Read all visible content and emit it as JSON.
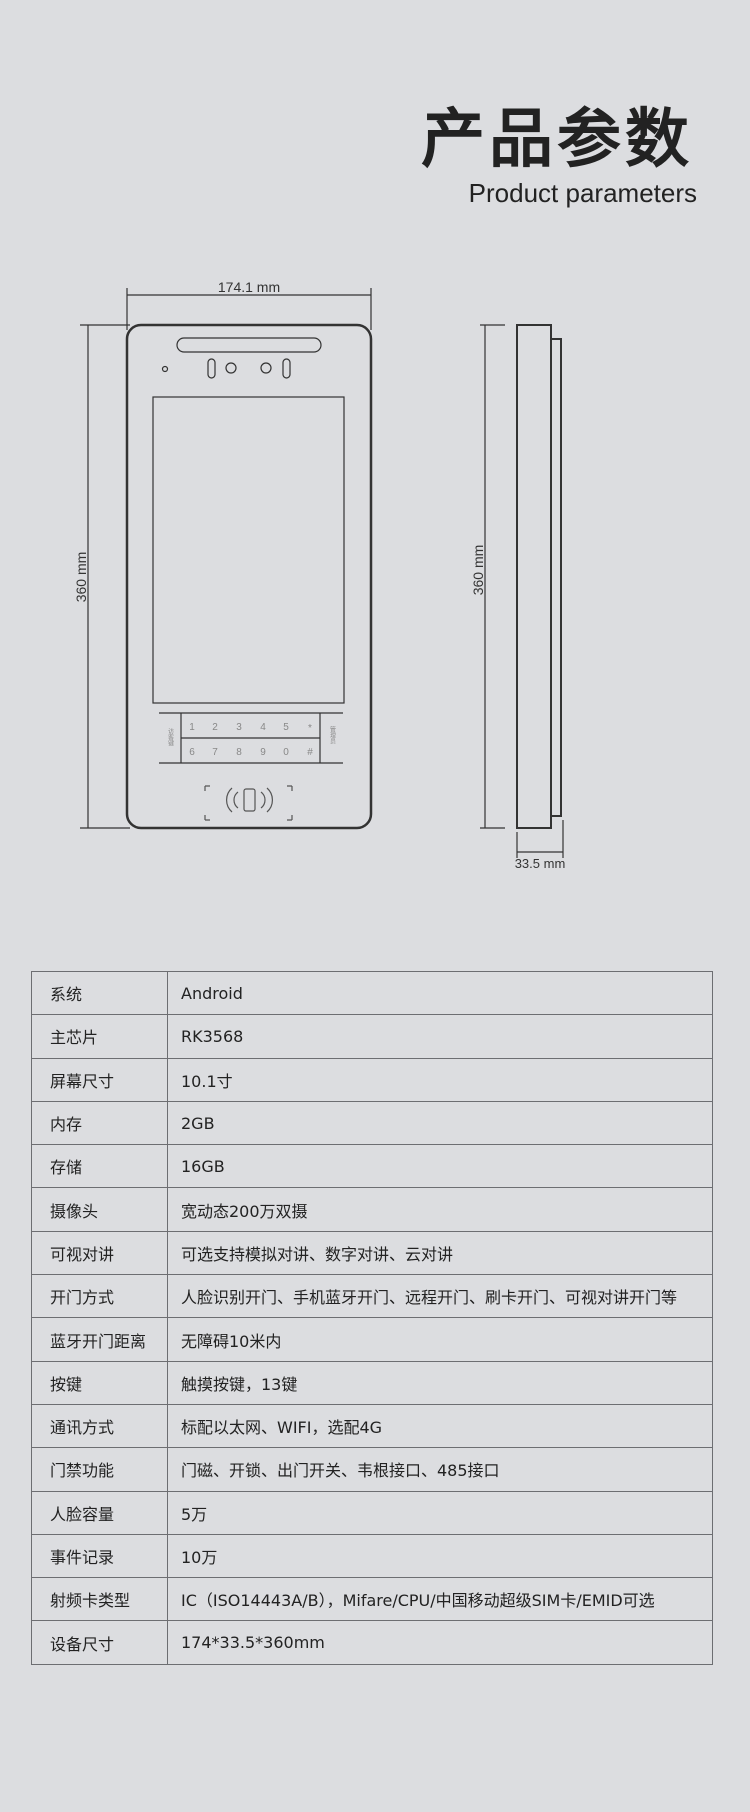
{
  "header": {
    "title": "产品参数",
    "subtitle": "Product parameters"
  },
  "drawing": {
    "width_label": "174.1 mm",
    "height_label": "360 mm",
    "side_height_label": "360 mm",
    "depth_label": "33.5 mm",
    "keypad": {
      "row1": [
        "1",
        "2",
        "3",
        "4",
        "5",
        "*"
      ],
      "row2": [
        "6",
        "7",
        "8",
        "9",
        "0",
        "#"
      ],
      "left_key": "访客键",
      "right_key": "管理员"
    }
  },
  "specs": [
    {
      "label": "系统",
      "value": "Android"
    },
    {
      "label": "主芯片",
      "value": "RK3568"
    },
    {
      "label": "屏幕尺寸",
      "value": "10.1寸"
    },
    {
      "label": "内存",
      "value": "2GB"
    },
    {
      "label": "存储",
      "value": "16GB"
    },
    {
      "label": "摄像头",
      "value": "宽动态200万双摄"
    },
    {
      "label": "可视对讲",
      "value": "可选支持模拟对讲、数字对讲、云对讲"
    },
    {
      "label": "开门方式",
      "value": "人脸识别开门、手机蓝牙开门、远程开门、刷卡开门、可视对讲开门等"
    },
    {
      "label": "蓝牙开门距离",
      "value": "无障碍10米内"
    },
    {
      "label": "按键",
      "value": "触摸按键，13键"
    },
    {
      "label": "通讯方式",
      "value": "标配以太网、WIFI，选配4G"
    },
    {
      "label": "门禁功能",
      "value": "门磁、开锁、出门开关、韦根接口、485接口"
    },
    {
      "label": "人脸容量",
      "value": "5万"
    },
    {
      "label": "事件记录",
      "value": "10万"
    },
    {
      "label": "射频卡类型",
      "value": "IC（ISO14443A/B），Mifare/CPU/中国移动超级SIM卡/EMID可选"
    },
    {
      "label": "设备尺寸",
      "value": "174*33.5*360mm"
    }
  ]
}
